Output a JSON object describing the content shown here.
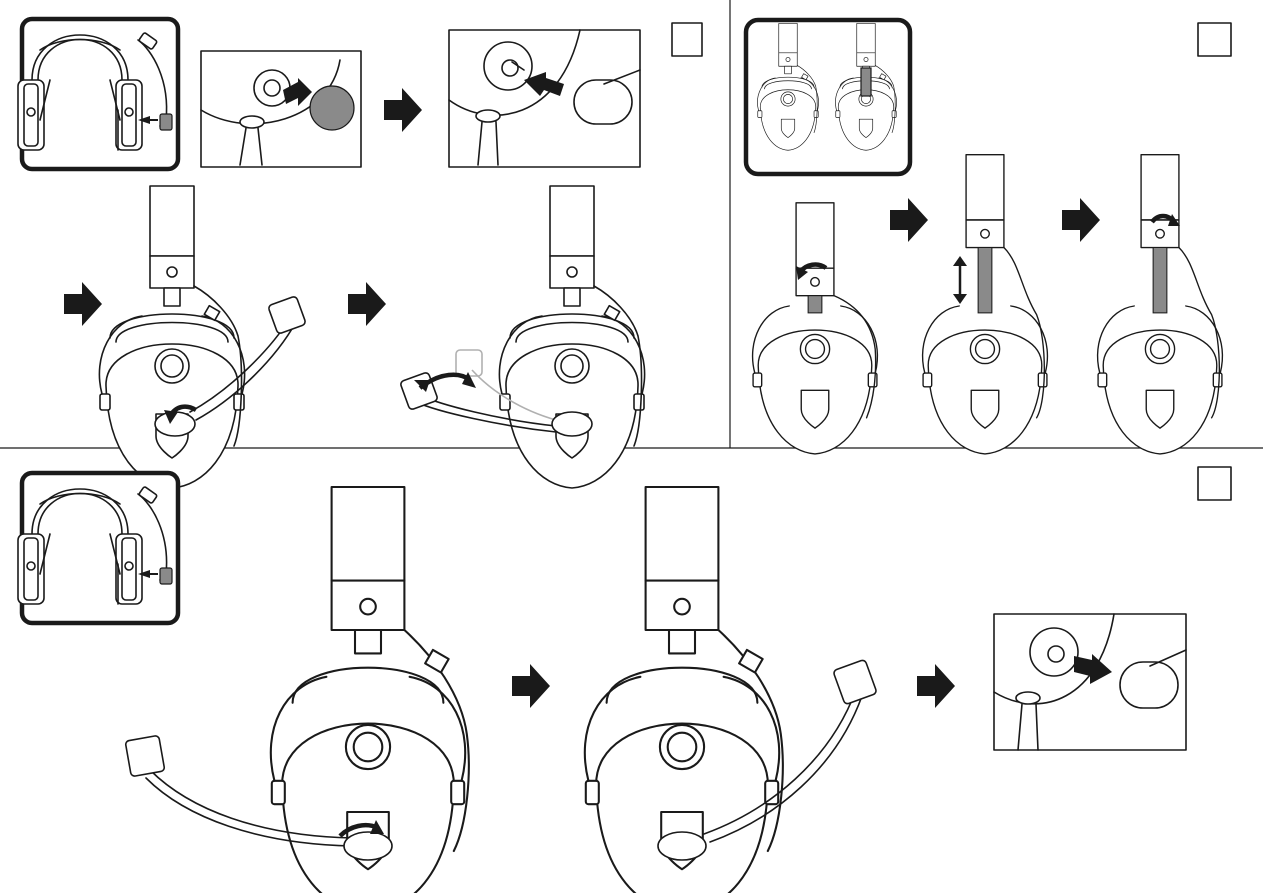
{
  "manual": {
    "sections": [
      {
        "id": "microphone-cover",
        "step_boxes": 1
      },
      {
        "id": "headband-adjust",
        "step_boxes": 1
      },
      {
        "id": "microphone-remove",
        "step_boxes": 1
      }
    ]
  },
  "colors": {
    "line": "#1a1a1a",
    "fill_gray": "#8a8a8a",
    "background": "#ffffff"
  },
  "icons": [
    "headphones-icon",
    "arrow-right-icon",
    "curved-arrow-icon",
    "double-arrow-icon",
    "microphone-boom-icon"
  ]
}
